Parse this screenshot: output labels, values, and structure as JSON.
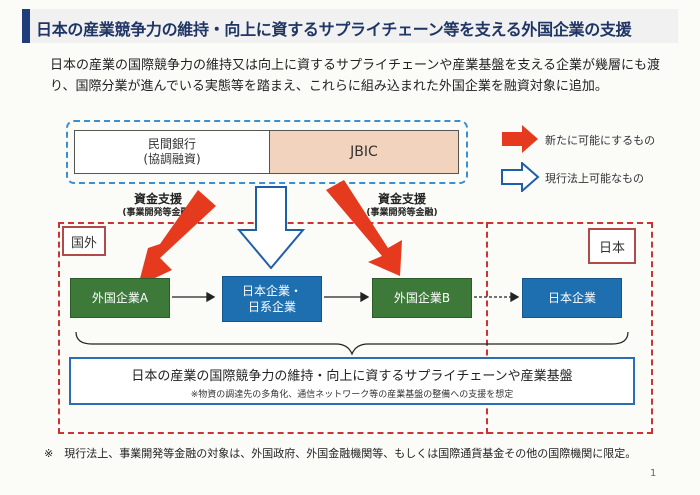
{
  "title": "日本の産業競争力の維持・向上に資するサプライチェーン等を支える外国企業の支援",
  "intro": "日本の産業の国際競争力の維持又は向上に資するサプライチェーンや産業基盤を支える企業が幾層にも渡り、国際分業が進んでいる実態等を踏まえ、これらに組み込まれた外国企業を融資対象に追加。",
  "lenders": {
    "private_bank_line1": "民間銀行",
    "private_bank_line2": "(協調融資)",
    "jbic": "JBIC"
  },
  "legend": {
    "new_label": "新たに可能にするもの",
    "existing_label": "現行法上可能なもの",
    "new_color": "#e63a1e"
  },
  "funding_left": {
    "main": "資金支援",
    "sub": "(事業開発等金融)"
  },
  "funding_right": {
    "main": "資金支援",
    "sub": "(事業開発等金融)"
  },
  "regions": {
    "overseas": "国外",
    "japan": "日本"
  },
  "nodes": {
    "foreign_a": "外国企業A",
    "jp_affiliate_line1": "日本企業・",
    "jp_affiliate_line2": "日系企業",
    "foreign_b": "外国企業B",
    "japan_company": "日本企業"
  },
  "bottom": {
    "main": "日本の産業の国際競争力の維持・向上に資するサプライチェーンや産業基盤",
    "sub": "※物資の調達先の多角化、通信ネットワーク等の産業基盤の整備への支援を想定"
  },
  "footnote": "※　現行法上、事業開発等金融の対象は、外国政府、外国金融機関等、もしくは国際通貨基金その他の国際機関に限定。",
  "page_number": "1"
}
